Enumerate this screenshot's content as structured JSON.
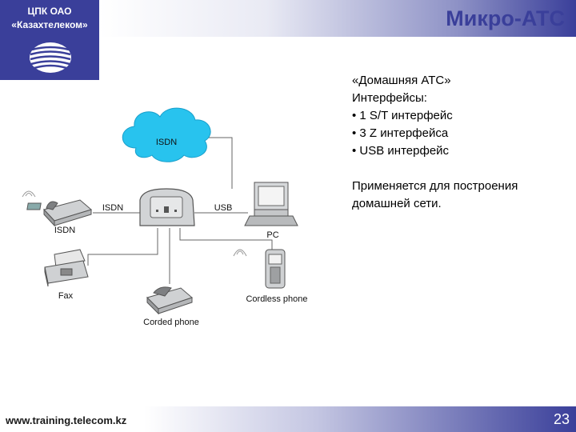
{
  "header": {
    "org_line1": "ЦПК ОАО",
    "org_line2": "«Казахтелеком»",
    "title": "Микро-АТС"
  },
  "text": {
    "line1": "«Домашняя АТС»",
    "line2": "Интерфейсы:",
    "bullet1": "• 1 S/T интерфейс",
    "bullet2": "• 3 Z интерфейса",
    "bullet3": "• USB интерфейс",
    "para_line1": "Применяется для построения",
    "para_line2": "домашней сети."
  },
  "diagram": {
    "cloud_label": "ISDN",
    "isdn_link_label": "ISDN",
    "usb_link_label": "USB",
    "isdn_phone_label": "ISDN",
    "pc_label": "PC",
    "fax_label": "Fax",
    "cordless_label": "Cordless phone",
    "corded_label": "Corded phone"
  },
  "footer": {
    "url": "www.training.telecom.kz",
    "page": "23"
  },
  "colors": {
    "brand": "#3a3f9a",
    "cloud": "#28c3ee",
    "line": "#555555"
  }
}
